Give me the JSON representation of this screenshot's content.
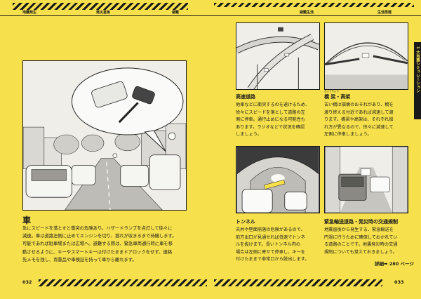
{
  "nav": {
    "stages": [
      "地震発生",
      "発災直後",
      "避難",
      "避難生活",
      "生活再建"
    ]
  },
  "left": {
    "title": "車",
    "body": [
      "急にスピードを落とすと衝突の危険あり。ハザードランプを点灯して徐々に",
      "減速。車は道路左側に止めてエンジンを切り、揺れが収まるまで待機します。",
      "可能であれば駐車場または広場へ。避難する際は、緊急車両通行時に車を移",
      "動させるように、キーやスマートキーは付けたままドアロックをせず、連絡",
      "先メモを残し、貴重品や車検証を持って車から離れます。"
    ],
    "folio": "032"
  },
  "right": {
    "side_tab": "1 大地震シミュレーション",
    "sections": [
      {
        "title": "高速道路",
        "body": [
          "他車などに衝突するのを避けるため、",
          "徐々にスピードを落として道路の左",
          "側に停車。通行止めになる可能性も",
          "あります。ラジオなどで状況を確認",
          "しましょう。"
        ]
      },
      {
        "title": "橋 梁・高架",
        "ruby": "きょうりょう",
        "body": [
          "古い橋は損壊のおそれがあり、橋を",
          "渡り終える付近であれば減速して渡",
          "ります。橋梁や高架は、それぞれ揺",
          "れ方が異なるので、徐々に減速して",
          "左側に停車しましょう。"
        ]
      },
      {
        "title": "トンネル",
        "body": [
          "天井や壁面崩落の危険があるので、",
          "前方出口が見通せれば低速でトンネ",
          "ルを抜けます。長いトンネル内の",
          "場合は左側に寄せて停車し、キーを",
          "付けたままで非常口から脱出します。"
        ]
      },
      {
        "title": "緊急輸送道路・発災時の交通規制",
        "body": [
          "地震直後から発生する、緊急輸送を",
          "円滑に行うために確保しておかれてい",
          "る道路のことです。地震発災時の交通",
          "規制についても覚えておきましょう。"
        ],
        "detail": "詳細➡ 280 ページ"
      }
    ],
    "folio": "033"
  }
}
